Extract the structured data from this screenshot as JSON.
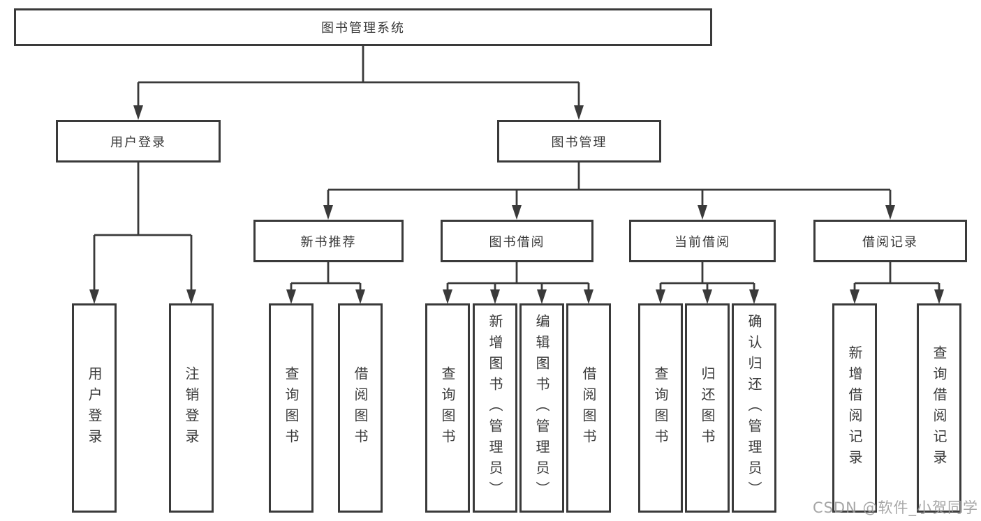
{
  "diagram": {
    "root": {
      "label": "图书管理系统"
    },
    "level2": [
      {
        "id": "user-login",
        "label": "用户登录"
      },
      {
        "id": "book-management",
        "label": "图书管理"
      }
    ],
    "level3": [
      {
        "id": "new-book-recommend",
        "label": "新书推荐"
      },
      {
        "id": "book-borrow",
        "label": "图书借阅"
      },
      {
        "id": "current-borrow",
        "label": "当前借阅"
      },
      {
        "id": "borrow-records",
        "label": "借阅记录"
      }
    ],
    "leaves": [
      {
        "id": "user-login",
        "label": "用户登录"
      },
      {
        "id": "logout",
        "label": "注销登录"
      },
      {
        "id": "query-books-recommend",
        "label": "查询图书"
      },
      {
        "id": "borrow-books-recommend",
        "label": "借阅图书"
      },
      {
        "id": "query-books-borrow",
        "label": "查询图书"
      },
      {
        "id": "add-book-admin",
        "label": "新增图书（管理员）"
      },
      {
        "id": "edit-book-admin",
        "label": "编辑图书（管理员）"
      },
      {
        "id": "borrow-books-borrow",
        "label": "借阅图书"
      },
      {
        "id": "query-books-current",
        "label": "查询图书"
      },
      {
        "id": "return-books",
        "label": "归还图书"
      },
      {
        "id": "confirm-return-admin",
        "label": "确认归还（管理员）"
      },
      {
        "id": "add-borrow-record",
        "label": "新增借阅记录"
      },
      {
        "id": "query-borrow-record",
        "label": "查询借阅记录"
      }
    ],
    "watermark": "CSDN @软件_小贺同学",
    "colors": {
      "line": "#3a3a3a",
      "text": "#3a3a3a",
      "background": "#ffffff",
      "watermark": "#9a9a9a"
    }
  }
}
